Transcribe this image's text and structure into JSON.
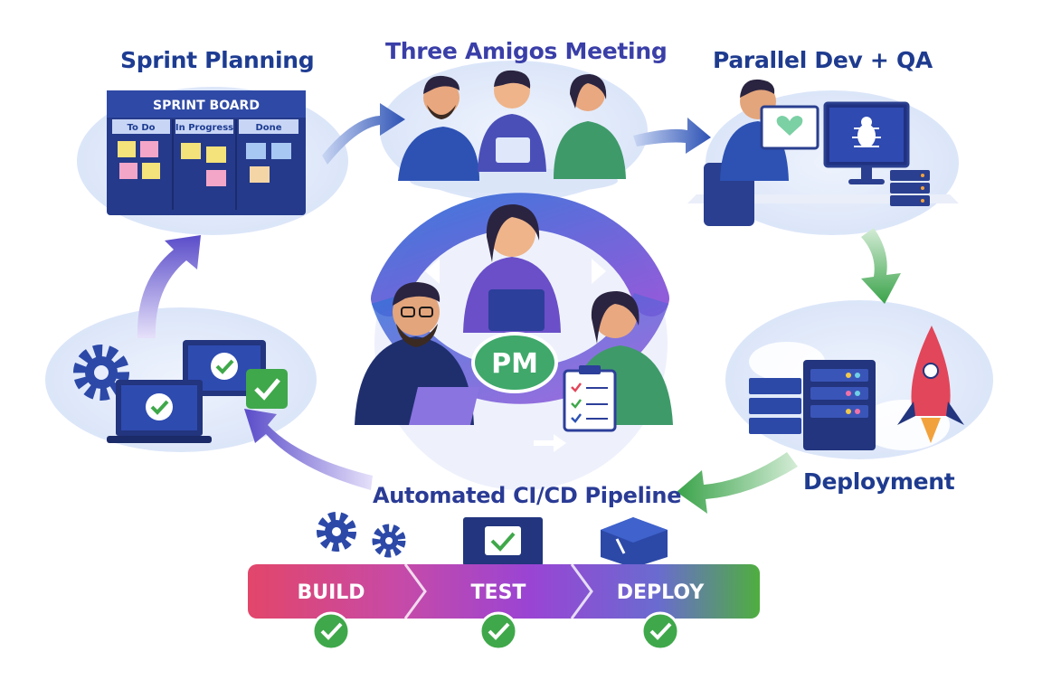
{
  "stages": {
    "sprint_planning": "Sprint Planning",
    "three_amigos": "Three Amigos Meeting",
    "parallel_dev_qa": "Parallel Dev + QA",
    "deployment": "Deployment",
    "cicd": "Automated CI/CD Pipeline"
  },
  "sprint_board": {
    "title": "SPRINT BOARD",
    "columns": [
      "To Do",
      "In Progress",
      "Done"
    ]
  },
  "center": {
    "badge": "PM"
  },
  "pipeline": {
    "steps": [
      "BUILD",
      "TEST",
      "DEPLOY"
    ],
    "colors": [
      "#e2466a",
      "#a63fd0",
      "#4fae3f"
    ]
  },
  "colors": {
    "brand_blue": "#1f3f96",
    "arrow_blue": "#2f56b8",
    "arrow_green": "#3fa84a",
    "arrow_purple": "#6a5bd0",
    "check_green": "#3fa84a"
  }
}
